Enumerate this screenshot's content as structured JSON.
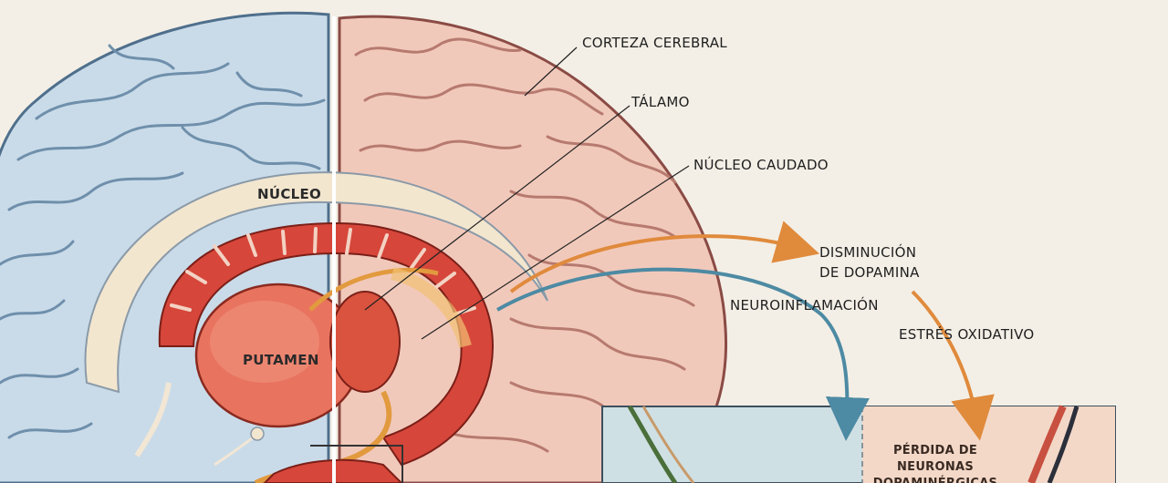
{
  "diagram": {
    "labels": {
      "corteza": "CORTEZA CEREBRAL",
      "talamo": "TÁLAMO",
      "caudado": "NÚCLEO CAUDADO",
      "nucleo": "NÚCLEO",
      "putamen": "PUTAMEN",
      "dopamina_1": "DISMINUCIÓN",
      "dopamina_2": "DE DOPAMINA",
      "neuroinflamacion": "NEUROINFLAMACIÓN",
      "estres": "ESTRÉS OXIDATIVO",
      "perdida_1": "PÉRDIDA DE",
      "perdida_2": "NEURONAS",
      "perdida_3": "DOPAMINÉRGICAS"
    },
    "colors": {
      "background": "#f3efe6",
      "left_hemisphere": "#c9dbe9",
      "right_hemisphere": "#f1c9bb",
      "putamen": "#e0624e",
      "arrow_orange": "#e08a3c",
      "arrow_blue": "#4d8aa3"
    }
  }
}
